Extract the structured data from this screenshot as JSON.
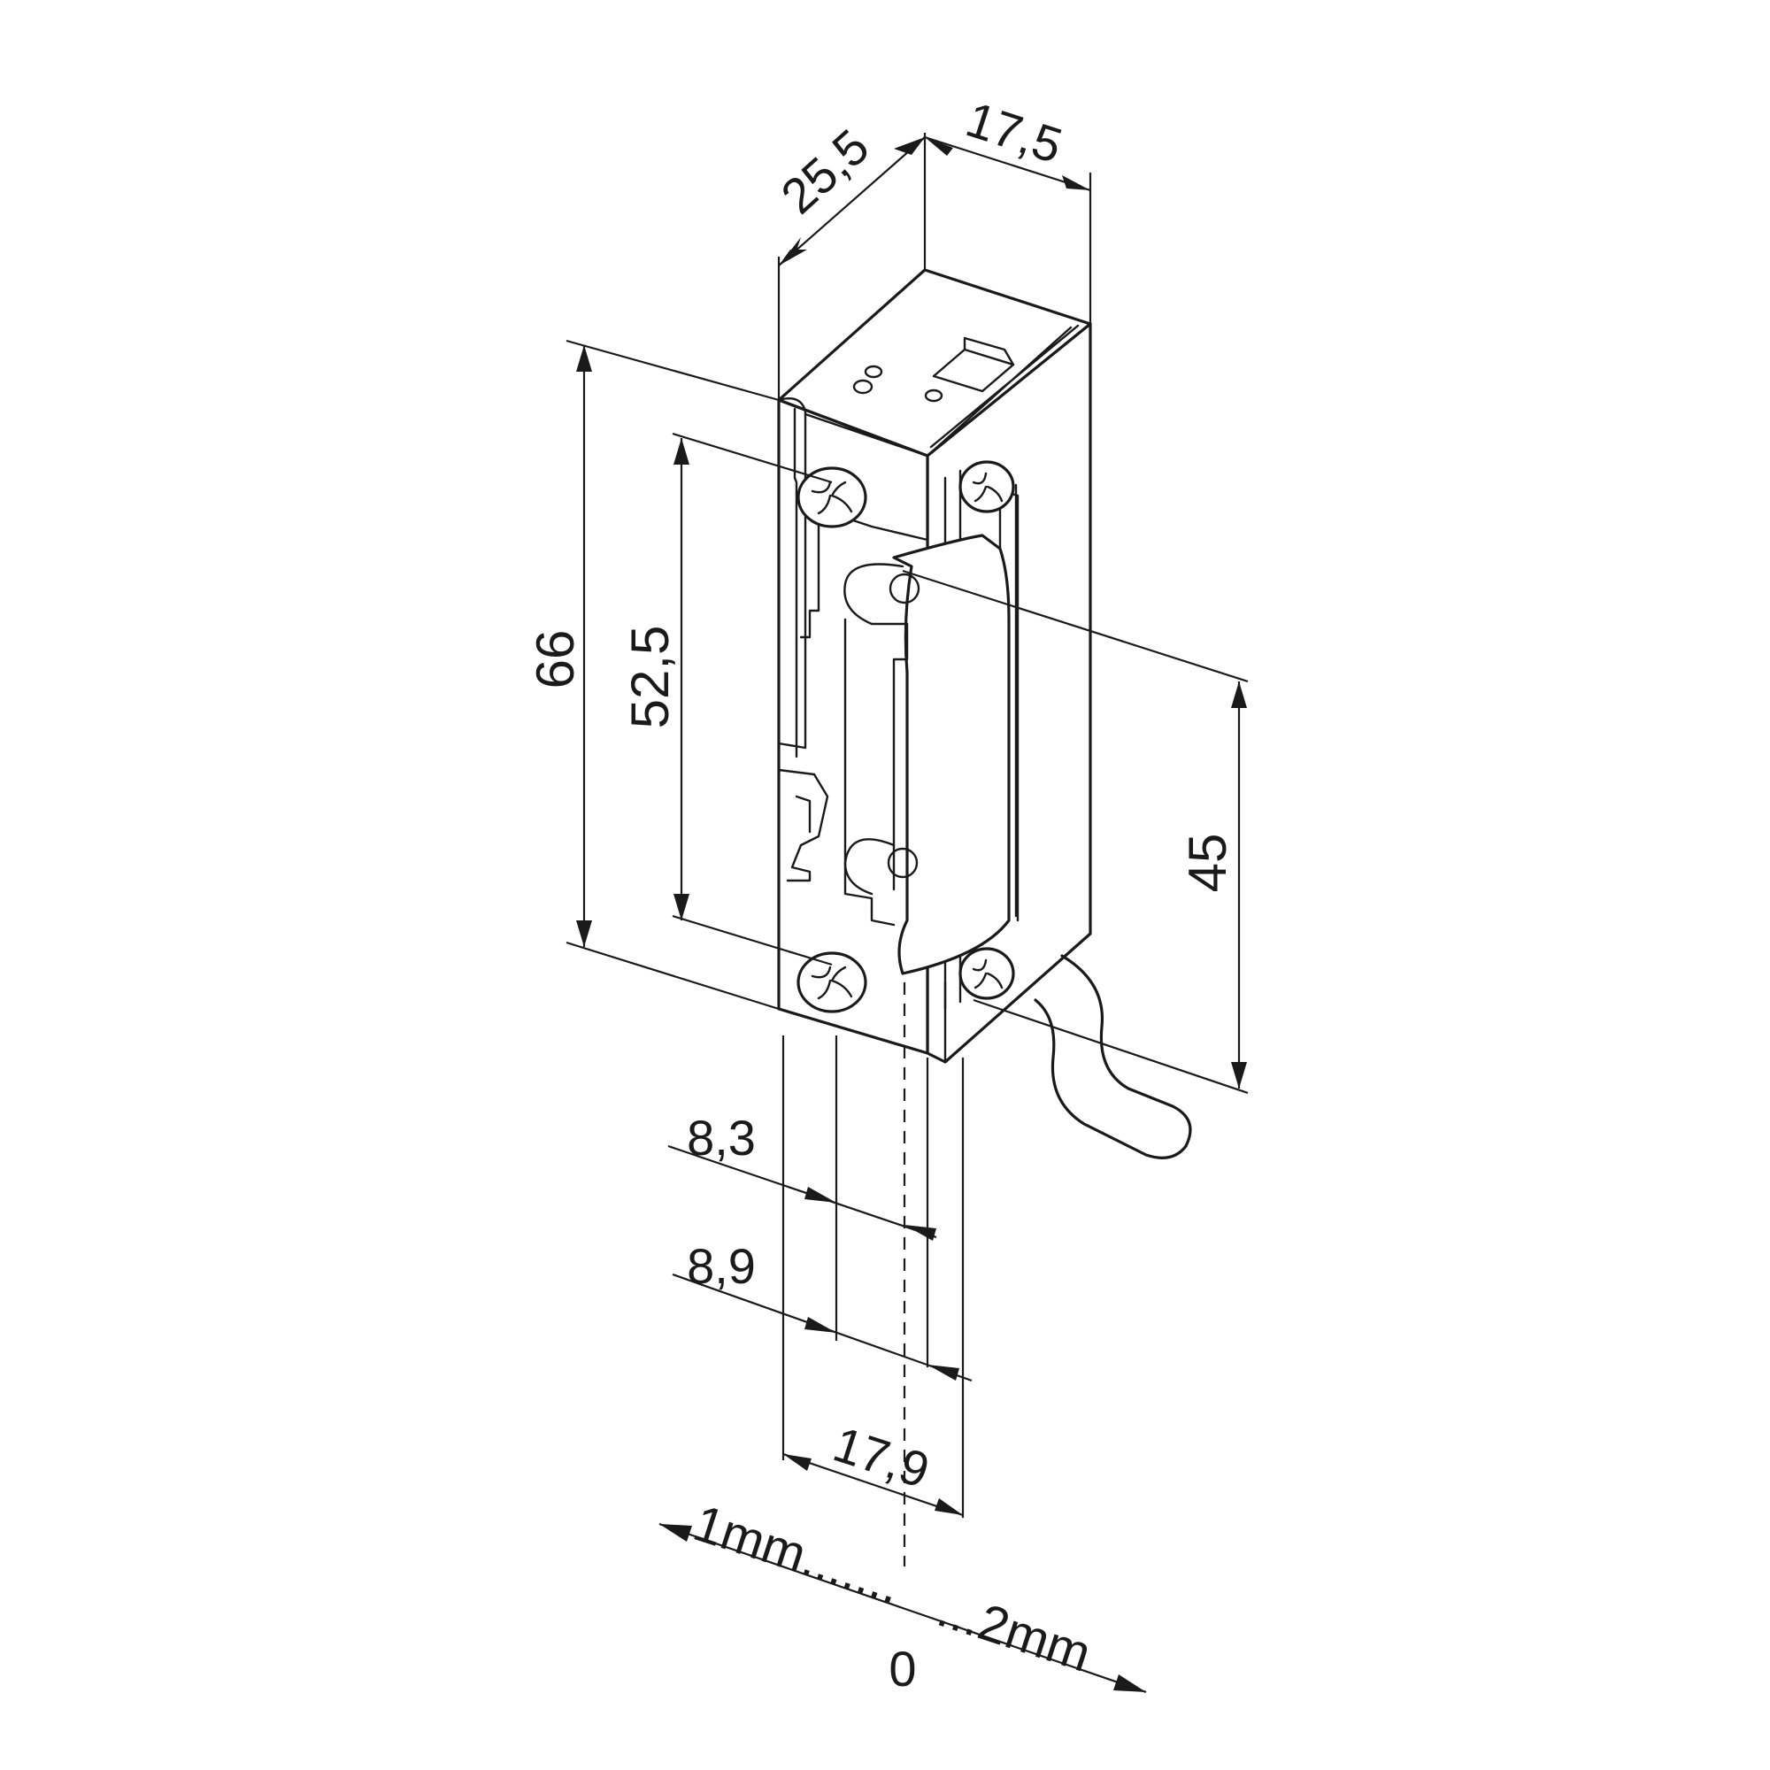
{
  "dimensions": {
    "depth": "25,5",
    "width_top": "17,5",
    "total_height": "66",
    "screw_spacing": "52,5",
    "latch_height": "45",
    "offset_a": "8,3",
    "offset_b": "8,9",
    "width_bottom": "17,9"
  },
  "adjustment": {
    "minus_label": "1mm.......",
    "plus_label": "...2mm",
    "zero_label": "0"
  },
  "colors": {
    "line": "#1a1a1a",
    "background": "#ffffff"
  },
  "icons": {
    "screw": "phillips-screw-icon",
    "strike_body": "door-strike-icon"
  }
}
